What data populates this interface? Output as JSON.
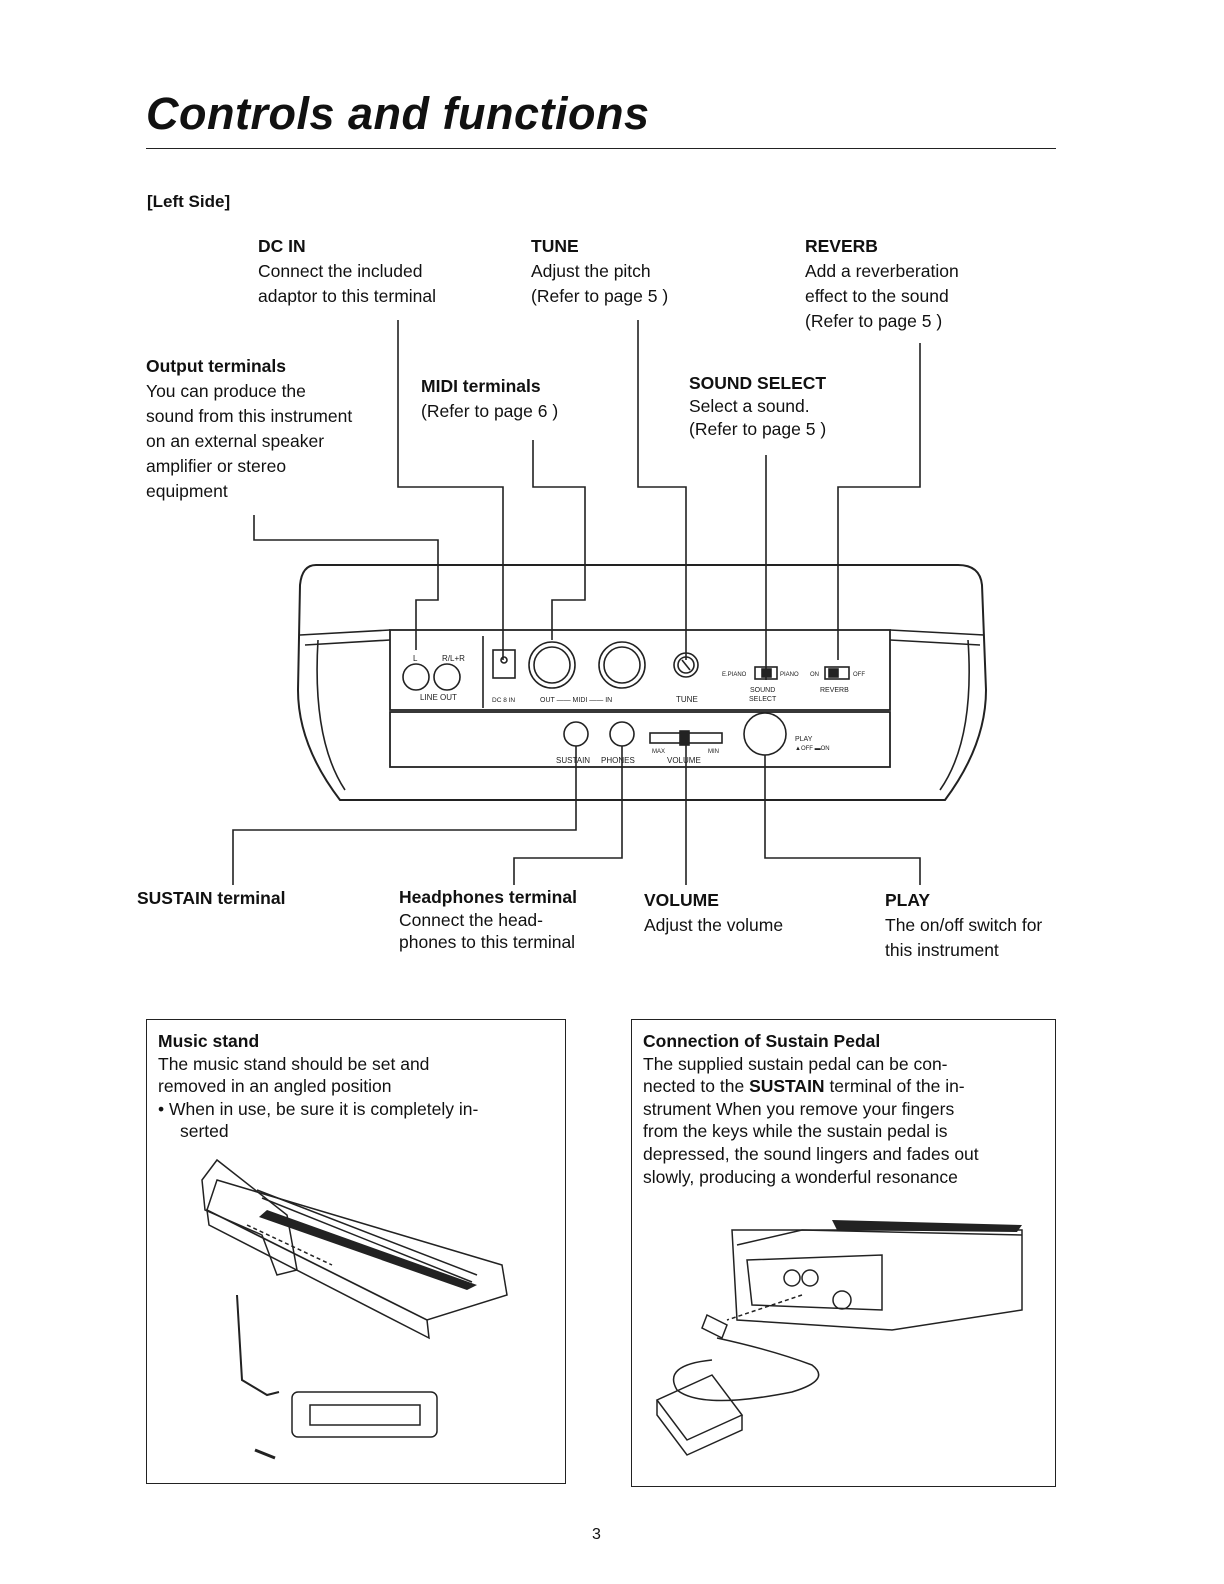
{
  "title": "Controls and functions",
  "section": "[Left Side]",
  "callouts": {
    "dc_in": {
      "heading": "DC IN",
      "lines": [
        "Connect the included",
        "adaptor to this terminal"
      ]
    },
    "tune": {
      "heading": "TUNE",
      "lines": [
        "Adjust the pitch",
        "(Refer to page 5 )"
      ]
    },
    "reverb": {
      "heading": "REVERB",
      "lines": [
        "Add a reverberation",
        "effect to the sound",
        "(Refer to page 5 )"
      ]
    },
    "output": {
      "heading": "Output terminals",
      "lines": [
        "You can produce the",
        "sound from this instrument",
        "on an external speaker",
        "amplifier or stereo",
        "equipment"
      ]
    },
    "midi": {
      "heading": "MIDI terminals",
      "lines": [
        "(Refer to page 6 )"
      ]
    },
    "sound_select": {
      "heading": "SOUND SELECT",
      "lines": [
        "Select a sound.",
        "(Refer to page 5 )"
      ]
    },
    "sustain": {
      "heading": "SUSTAIN terminal"
    },
    "headphones": {
      "heading": "Headphones terminal",
      "lines": [
        "Connect the head-",
        "phones to this terminal"
      ]
    },
    "volume": {
      "heading": "VOLUME",
      "lines": [
        "Adjust the volume"
      ]
    },
    "play": {
      "heading": "PLAY",
      "lines": [
        "The on/off switch for",
        "this instrument"
      ]
    }
  },
  "panel": {
    "line_out": "LINE OUT",
    "l": "L",
    "r": "R/L+R",
    "dc_in": "DC 8 IN",
    "midi": "OUT —— MIDI —— IN",
    "tune": "TUNE",
    "epiano": "E.PIANO",
    "piano": "PIANO",
    "on": "ON",
    "off": "OFF",
    "sound": "SOUND",
    "select": "SELECT",
    "reverb": "REVERB",
    "sustain": "SUSTAIN",
    "phones": "PHONES",
    "max": "MAX",
    "min": "MIN",
    "volume": "VOLUME",
    "play": "PLAY",
    "play_state": "▲OFF ▬ON"
  },
  "boxes": {
    "music_stand": {
      "heading": "Music stand",
      "lines": [
        "The music stand should be set and",
        "removed in an angled position"
      ],
      "bullet": [
        "• When in use, be sure it is completely in-",
        "serted"
      ]
    },
    "sustain_pedal": {
      "heading": "Connection of Sustain Pedal",
      "lines": [
        "The supplied sustain pedal can be con-",
        "nected to the |SUSTAIN| terminal of the in-",
        "strument When you remove your fingers",
        "from the keys while the sustain pedal is",
        "depressed, the sound lingers and fades out",
        "slowly, producing a wonderful resonance"
      ],
      "line2_pre": "nected to the ",
      "line2_bold": "SUSTAIN",
      "line2_post": " terminal of the in-"
    }
  },
  "page_number": "3"
}
